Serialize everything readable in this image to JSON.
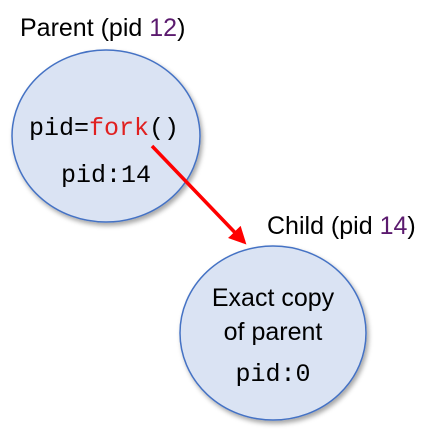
{
  "parent": {
    "title_prefix": "Parent (pid ",
    "title_pid": "12",
    "title_suffix": ")",
    "code_var": "pid=",
    "code_func": "fork",
    "code_parens": "()",
    "pid_value": "pid:14"
  },
  "child": {
    "title_prefix": "Child (pid ",
    "title_pid": "14",
    "title_suffix": ")",
    "desc_line1": "Exact copy",
    "desc_line2": "of parent",
    "pid_value": "pid:0"
  },
  "colors": {
    "circle_fill": "#dae3f3",
    "circle_stroke": "#4472c4",
    "pid_number": "#5b1a6e",
    "fork_keyword": "#e02020",
    "arrow": "#ff0000",
    "text": "#000000"
  }
}
